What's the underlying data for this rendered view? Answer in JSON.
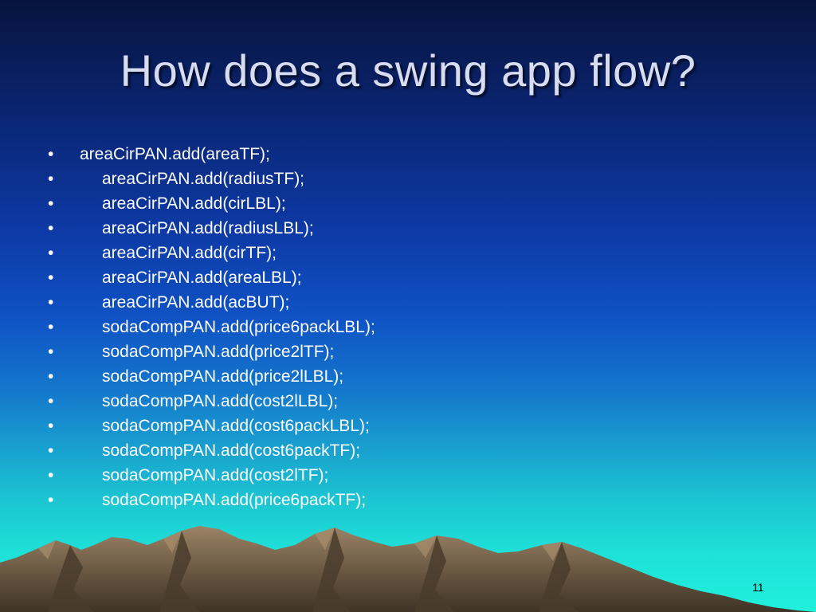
{
  "slide": {
    "title": "How does a swing app flow?",
    "bullet_symbol": "•",
    "items": [
      "areaCirPAN.add(areaTF);",
      "areaCirPAN.add(radiusTF);",
      "areaCirPAN.add(cirLBL);",
      "areaCirPAN.add(radiusLBL);",
      "areaCirPAN.add(cirTF);",
      "areaCirPAN.add(areaLBL);",
      "areaCirPAN.add(acBUT);",
      "sodaCompPAN.add(price6packLBL);",
      "sodaCompPAN.add(price2lTF);",
      "sodaCompPAN.add(price2lLBL);",
      "sodaCompPAN.add(cost2lLBL);",
      "sodaCompPAN.add(cost6packLBL);",
      "sodaCompPAN.add(cost6packTF);",
      "sodaCompPAN.add(cost2lTF);",
      "sodaCompPAN.add(price6packTF);"
    ],
    "page_number": "11"
  },
  "colors": {
    "background_top": "#08143e",
    "background_bottom": "#20f0dc",
    "title_text": "#d8dcf0",
    "body_text": "#ffffff",
    "mountain_base": "#6b5a44",
    "mountain_shadow": "#4a3c2c",
    "mountain_highlight": "#9c8466"
  }
}
